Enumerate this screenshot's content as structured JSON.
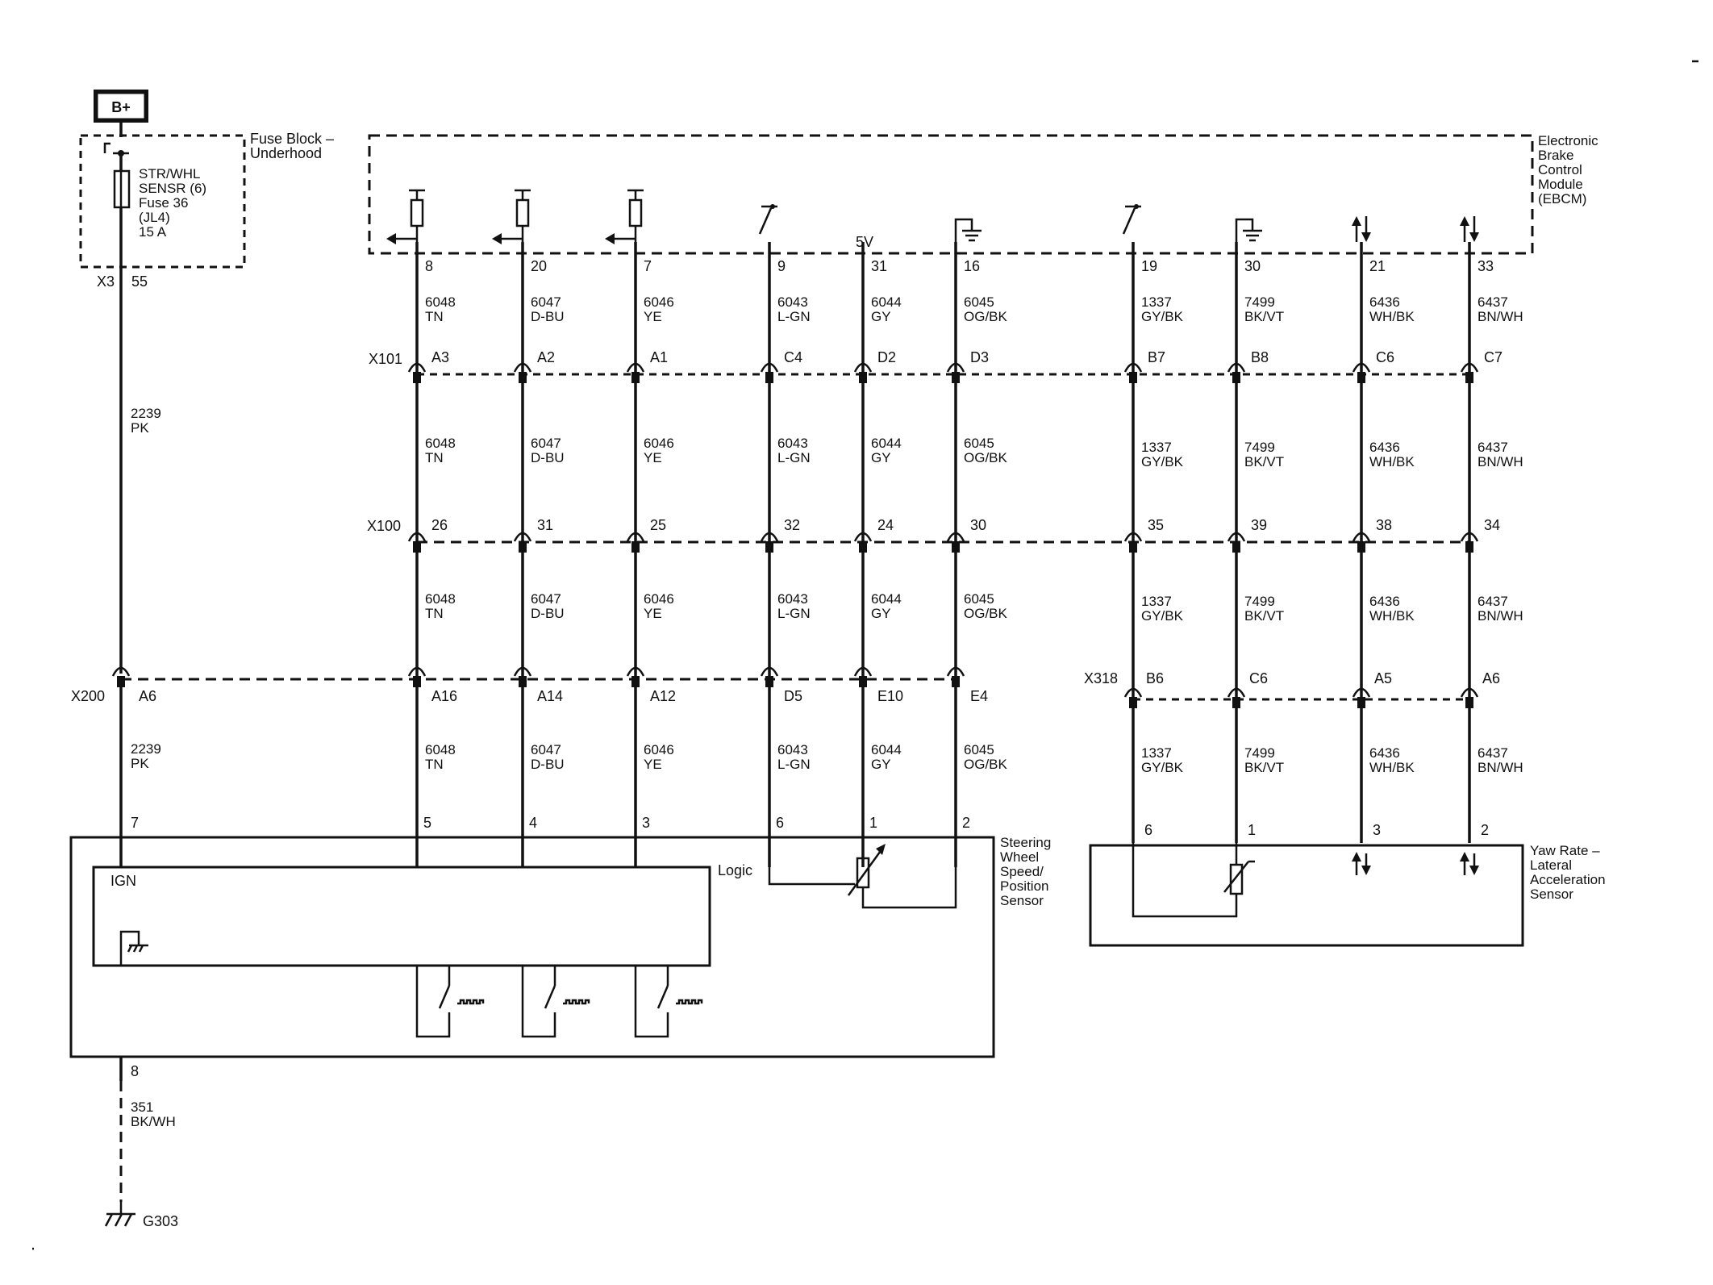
{
  "power": {
    "label": "B+"
  },
  "fuse_block": {
    "title_line1": "Fuse Block –",
    "title_line2": "Underhood",
    "fuse_lines": [
      "STR/WHL",
      "SENSR (6)",
      "Fuse 36",
      "(JL4)",
      "15 A"
    ],
    "connector": "X3",
    "pin": "55"
  },
  "ebcm": {
    "title_lines": [
      "Electronic",
      "Brake",
      "Control",
      "Module",
      "(EBCM)"
    ],
    "ref_voltage": "5V"
  },
  "connectors": {
    "x101": "X101",
    "x100": "X100",
    "x200": "X200",
    "x318": "X318"
  },
  "b_plus_circuit": {
    "upper": {
      "circuit": "2239",
      "color": "PK"
    },
    "x200_pin": "A6",
    "lower": {
      "circuit": "2239",
      "color": "PK"
    },
    "sensor_pin": "7",
    "ground_pin": "8",
    "ground_wire": {
      "circuit": "351",
      "color": "BK/WH"
    },
    "ground_label": "G303"
  },
  "wires": [
    {
      "ebcm_pin": "8",
      "circuit": "6048",
      "color": "TN",
      "x101": "A3",
      "x100": "26",
      "x200": "A16",
      "dev_pin": "5"
    },
    {
      "ebcm_pin": "20",
      "circuit": "6047",
      "color": "D-BU",
      "x101": "A2",
      "x100": "31",
      "x200": "A14",
      "dev_pin": "4"
    },
    {
      "ebcm_pin": "7",
      "circuit": "6046",
      "color": "YE",
      "x101": "A1",
      "x100": "25",
      "x200": "A12",
      "dev_pin": "3"
    },
    {
      "ebcm_pin": "9",
      "circuit": "6043",
      "color": "L-GN",
      "x101": "C4",
      "x100": "32",
      "x200": "D5",
      "dev_pin": "6"
    },
    {
      "ebcm_pin": "31",
      "circuit": "6044",
      "color": "GY",
      "x101": "D2",
      "x100": "24",
      "x200": "E10",
      "dev_pin": "1"
    },
    {
      "ebcm_pin": "16",
      "circuit": "6045",
      "color": "OG/BK",
      "x101": "D3",
      "x100": "30",
      "x200": "E4",
      "dev_pin": "2"
    },
    {
      "ebcm_pin": "19",
      "circuit": "1337",
      "color": "GY/BK",
      "x101": "B7",
      "x100": "35",
      "x318": "B6",
      "dev_pin": "6"
    },
    {
      "ebcm_pin": "30",
      "circuit": "7499",
      "color": "BK/VT",
      "x101": "B8",
      "x100": "39",
      "x318": "C6",
      "dev_pin": "1"
    },
    {
      "ebcm_pin": "21",
      "circuit": "6436",
      "color": "WH/BK",
      "x101": "C6",
      "x100": "38",
      "x318": "A5",
      "dev_pin": "3"
    },
    {
      "ebcm_pin": "33",
      "circuit": "6437",
      "color": "BN/WH",
      "x101": "C7",
      "x100": "34",
      "x318": "A6",
      "dev_pin": "2"
    }
  ],
  "steering_sensor": {
    "title_lines": [
      "Steering",
      "Wheel",
      "Speed/",
      "Position",
      "Sensor"
    ],
    "logic_label": "Logic",
    "ign_label": "IGN"
  },
  "yaw_sensor": {
    "title_lines": [
      "Yaw Rate –",
      "Lateral",
      "Acceleration",
      "Sensor"
    ]
  }
}
